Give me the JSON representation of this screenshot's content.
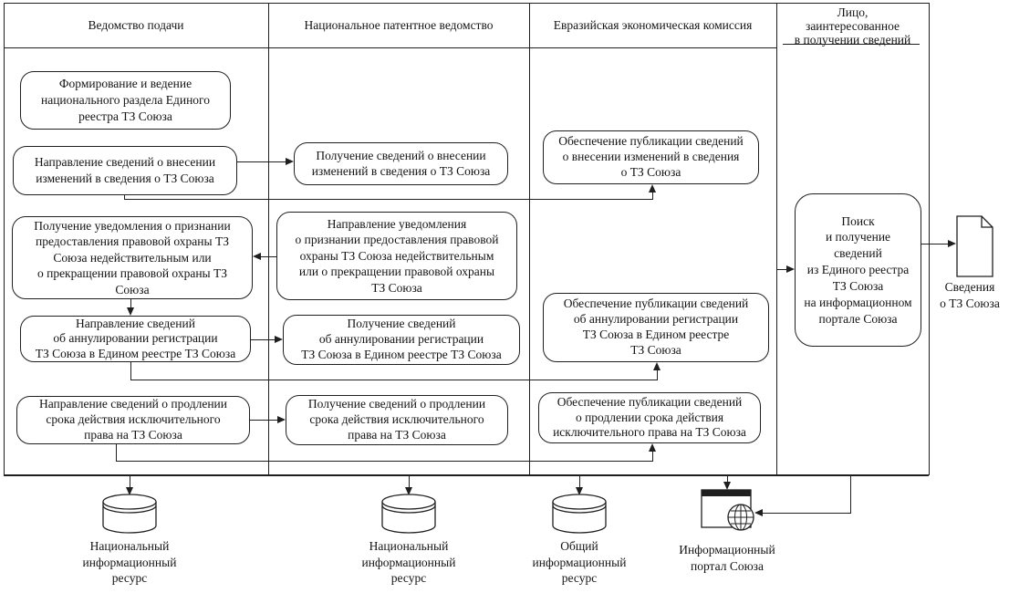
{
  "lanes": [
    {
      "label": "Ведомство подачи"
    },
    {
      "label": "Национальное патентное ведомство"
    },
    {
      "label": "Евразийская экономическая комиссия"
    },
    {
      "label": "Лицо,\nзаинтересованное\nв получении сведений"
    }
  ],
  "nodes": {
    "form_registry": "Формирование и ведение\nнационального раздела Единого\nреестра ТЗ Союза",
    "send_changes": "Направление сведений о внесении\nизменений в сведения о ТЗ Союза",
    "receive_invalidation": "Получение уведомления о признании\nпредоставления правовой охраны ТЗ\nСоюза недействительным или\nо прекращении правовой охраны ТЗ\nСоюза",
    "send_cancellation": "Направление сведений\nоб аннулировании регистрации\nТЗ Союза в Едином реестре ТЗ Союза",
    "send_renewal": "Направление сведений о продлении\nсрока действия исключительного\nправа на ТЗ Союза",
    "receive_changes": "Получение сведений о внесении\nизменений в сведения о ТЗ Союза",
    "send_invalidation": "Направление уведомления\nо признании предоставления правовой\nохраны ТЗ Союза недействительным\nили о прекращении правовой охраны\nТЗ Союза",
    "receive_cancellation": "Получение сведений\nоб аннулировании регистрации\nТЗ Союза в Едином реестре ТЗ Союза",
    "receive_renewal": "Получение сведений о продлении\nсрока действия исключительного\nправа на ТЗ Союза",
    "publish_changes": "Обеспечение публикации сведений\nо внесении изменений в сведения\nо ТЗ Союза",
    "publish_cancellation": "Обеспечение публикации сведений\nоб аннулировании регистрации\nТЗ Союза в Едином реестре\nТЗ Союза",
    "publish_renewal": "Обеспечение публикации сведений\nо продлении срока действия\nисключительного права на ТЗ Союза",
    "search_portal": "Поиск\nи получение\nсведений\nиз Единого реестра\nТЗ Союза\nна информационном\nпортале Союза"
  },
  "artifacts": {
    "document": "Сведения\nо ТЗ Союза",
    "national_resource_1": "Национальный\nинформационный\nресурс",
    "national_resource_2": "Национальный\nинформационный\nресурс",
    "common_resource": "Общий\nинформационный\nресурс",
    "portal": "Информационный\nпортал Союза"
  },
  "colors": {
    "line": "#1f1f1f",
    "text": "#141414",
    "background": "#ffffff"
  }
}
